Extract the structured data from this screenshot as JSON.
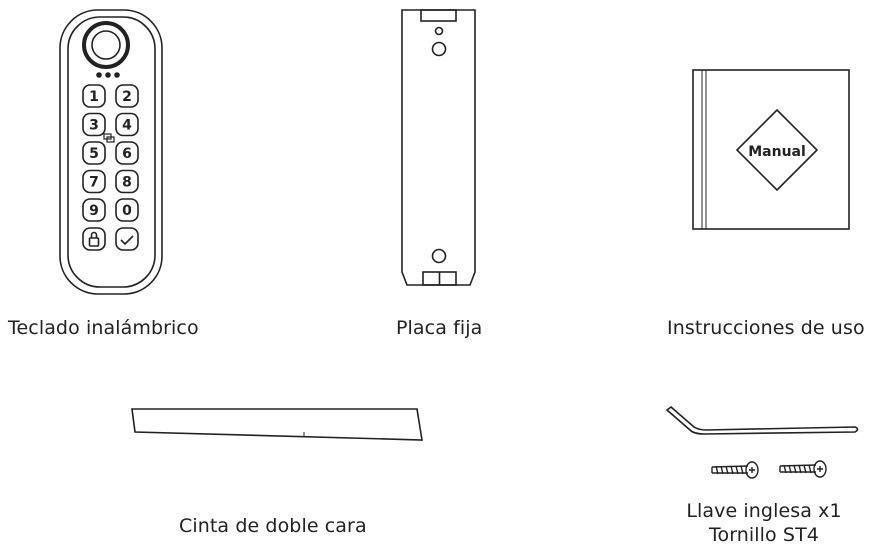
{
  "items": {
    "keypad": {
      "label": "Teclado inalámbrico"
    },
    "plate": {
      "label": "Placa fija"
    },
    "manual": {
      "label": "Instrucciones de uso",
      "book_text": "Manual"
    },
    "tape": {
      "label": "Cinta de doble cara"
    },
    "tools": {
      "label_line1": "Llave inglesa x1",
      "label_line2": "Tornillo ST4"
    }
  },
  "keypad_keys": [
    "1",
    "2",
    "3",
    "4",
    "5",
    "6",
    "7",
    "8",
    "9",
    "0"
  ],
  "colors": {
    "stroke": "#222222",
    "background": "#ffffff"
  }
}
